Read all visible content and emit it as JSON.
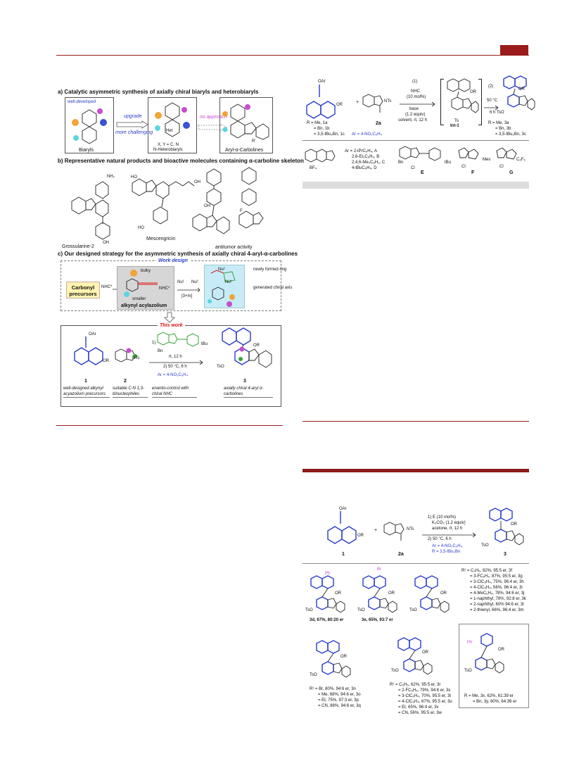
{
  "sections": {
    "a": "a) Catalytic asymmetric synthesis of axially chiral biaryls and heterobiaryls",
    "b": "b) Representative natural products and bioactive molecules containing α-carboline skeleton",
    "c": "c) Our designed strategy for the asymmetric synthesis of axially chiral 4-aryl-α-carbolines"
  },
  "panel_a": {
    "well_developed": "well-developed",
    "upgrade": "upgrade",
    "more_challenging": "more challenging",
    "no_approach": "no approach",
    "biaryls": "Biaryls",
    "xy": "X, Y = C, N",
    "heterobiaryls": "N-Heterobiaryls",
    "arylcarb": "Aryl-α-Carbolines",
    "het": "Het",
    "rprime": "R'"
  },
  "panel_b": {
    "m1": "Grossularine-2",
    "m2": "Mescengricin",
    "m3": "antitumor activity",
    "nh2": "NH₂",
    "oh": "OH",
    "ho": "HO",
    "f": "F"
  },
  "panel_c": {
    "work_design": "Work design",
    "carbonyl": "Carbonyl precursors",
    "nhc": "NHC*",
    "bulky": "bulky",
    "smaller": "smaller",
    "acylazolium": "alkynyl acylazolium",
    "nu1": "Nu¹",
    "nu2": "Nu²",
    "m3": "[3+m]",
    "newly": "newly formed ring",
    "generated": "generated chiral axis",
    "this_work": "This work",
    "oar": "OAr",
    "or": "OR",
    "cond1": "1)",
    "cond_rt": "rt, 12 h",
    "cond2": "2) 50 °C, 6 h",
    "ar": "Ar = 4-NO₂C₆H₄",
    "n1": "1",
    "n2": "2",
    "n3": "3",
    "d1": "well-designed alkynyl acyazolium precursors",
    "d2": "suitable C-N 1,3-binucleophiles",
    "d3": "enantio-control with chiral NHC",
    "d4": "axially chiral 4-aryl α-carbolines",
    "nts": "NTs",
    "tso": "TsO",
    "tbu": "tBu",
    "bn": "Bn"
  },
  "scheme1": {
    "r_lines": [
      "R = Me, 1a",
      "= Bn, 1b",
      "= 3,5-tBu₂Bn, 1c"
    ],
    "label2a": "2a",
    "ar": "Ar = 4-NO₂C₆H₄",
    "step1": "(1)",
    "step1_lines": [
      "NHC",
      "(10 mol%)",
      "base",
      "(1.2 equiv)",
      "solvent, rt, 12 h"
    ],
    "step2": "(2)",
    "step2_lines": [
      "50 °C",
      "6 h"
    ],
    "int": "Int-1",
    "prod_lines": [
      "R = Me, 3a",
      "= Bn, 3b",
      "= 3,5-tBu₂Bn, 3c"
    ],
    "cat_lines": [
      "Ar = 2-iPrC₆H₄, A",
      "2,6-Et₂C₆H₃, B",
      "2,4,6-Me₃C₆H₂, C",
      "4-tBuC₆H₄, D"
    ],
    "cat_e": "E",
    "cat_f": "F",
    "cat_g": "G",
    "bf4": "BF₄",
    "cl": "Cl",
    "mes": "Mes",
    "c6f5": "C₆F₅",
    "ts": "Ts"
  },
  "scheme2": {
    "cond_lines": [
      "1) E (10 mol%)",
      "K₂CO₃ (1.2 equiv)",
      "acetone, rt, 12 h",
      "2) 50 °C, 6 h"
    ],
    "ar": "Ar = 4-NO₂C₆H₄",
    "r": "R = 3,5-tBu₂Bn",
    "l1": "1",
    "l2a": "2a",
    "l3": "3",
    "r1_list": [
      "R¹ = C₆H₅, 82%, 95:5 er, 3f",
      "= 3-FC₆H₄, 87%, 95:5 er, 3g",
      "= 3-ClC₆H₄, 75%, 96:4 er, 3h",
      "= 4-ClC₆H₄, 56%, 96:4 er, 3i",
      "= 4-MeC₆H₄, 78%, 94:6 er, 3j",
      "= 1-naphthyl, 78%, 92:8 er, 3k",
      "= 2-naphthyl, 60% 94:6 er, 3l",
      "= 2-thienyl, 66%, 96:4 er, 3m"
    ],
    "p3d": "3d, 67%, 80:20 er",
    "p3e": "3e, 65%, 93:7 er",
    "br": "Br",
    "ph": "Ph",
    "list_n": [
      "R¹ = Br, 80%, 94:6 er, 3n",
      "= Me, 68%, 94:6 er, 3o",
      "= Et, 75%, 97:3 er, 3p",
      "= CN, 86%, 94:6 er, 3q"
    ],
    "list_r": [
      "R¹ = C₆H₅, 62%, 95:5 er, 3r",
      "= 2-FC₆H₄, 79%, 94:6 er, 3s",
      "= 3-ClC₆H₄, 70%, 95:5 er, 3t",
      "= 4-ClC₆H₄, 67%, 95:5 er, 3u",
      "= Et, 65%, 96:4 er, 3v",
      "= CN, 56%, 95:5 er, 3w"
    ],
    "list_x": [
      "R = Me, 3x, 62%, 61:39 er",
      "= Bn, 3y, 60%, 64:36 er"
    ]
  }
}
